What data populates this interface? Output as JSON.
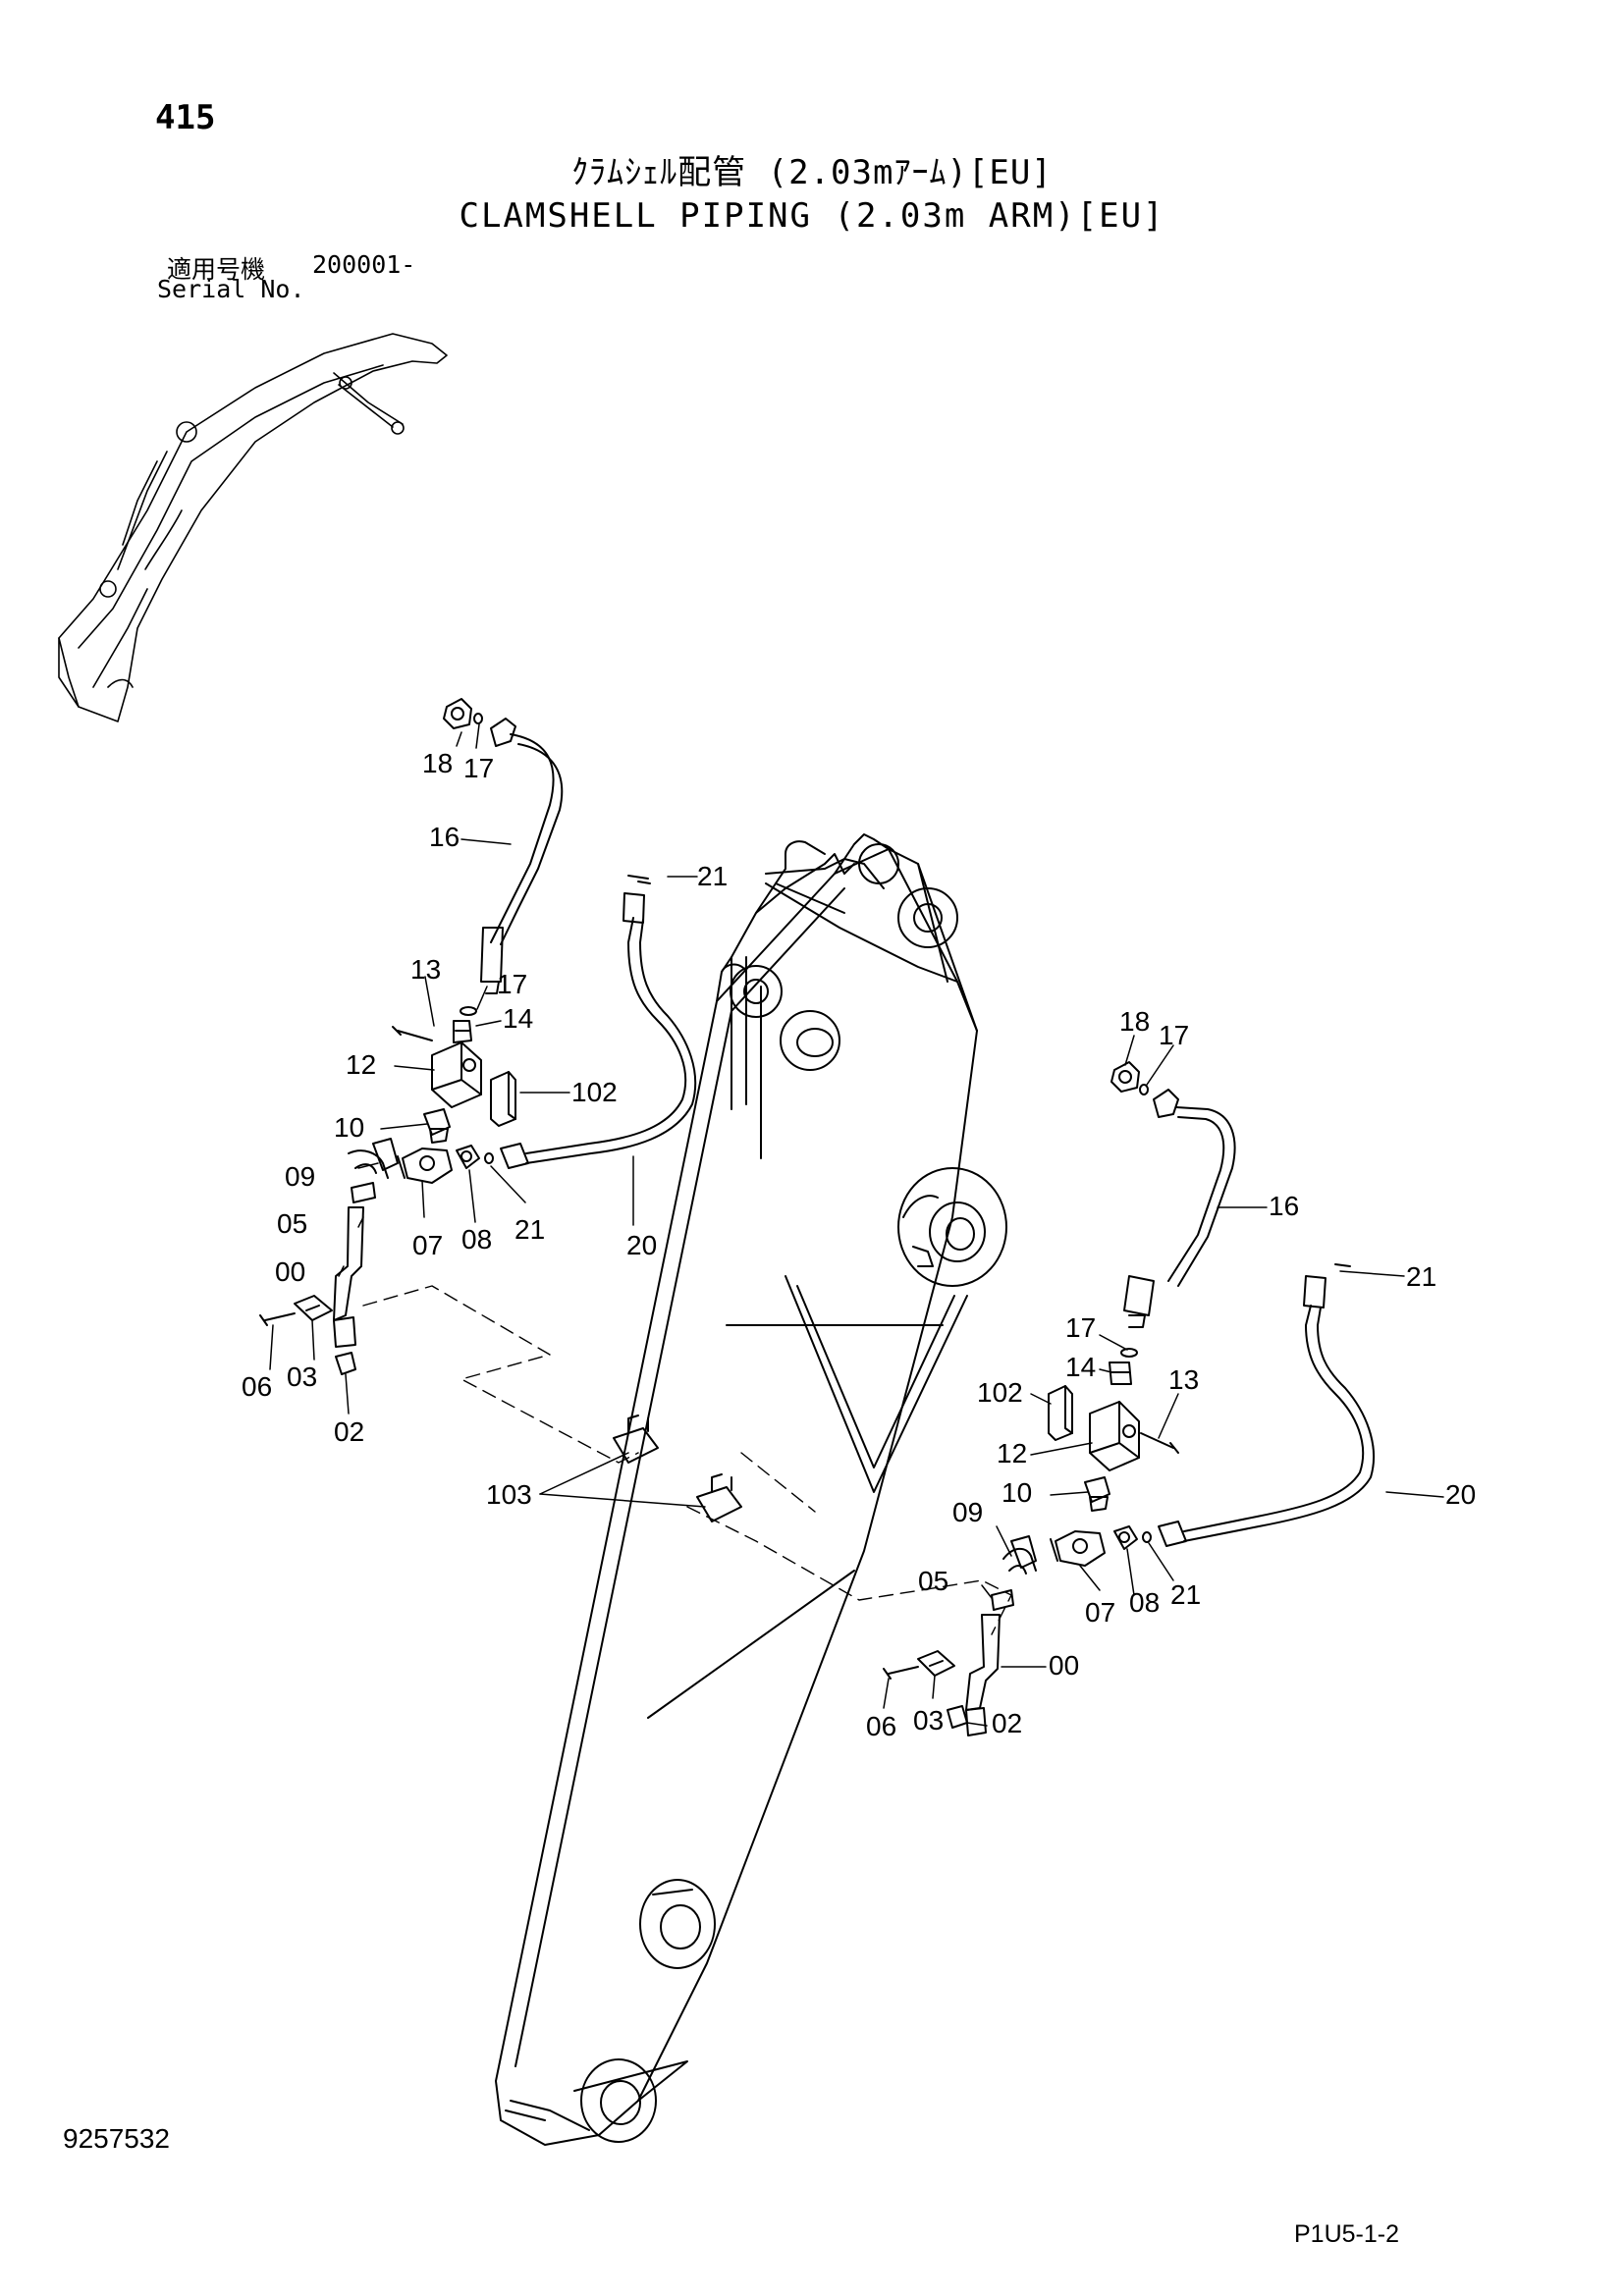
{
  "header": {
    "page_number": "415",
    "title_jp": "ｸﾗﾑｼｪﾙ配管 (2.03mｱｰﾑ)[EU]",
    "title_en": "CLAMSHELL PIPING (2.03m ARM)[EU]",
    "serial_label_jp": "適用号機",
    "serial_number": "200001-",
    "serial_label_en": "Serial No."
  },
  "footer": {
    "document_number": "9257532",
    "page_code": "P1U5-1-2"
  },
  "callouts": {
    "left": {
      "c18": "18",
      "c17a": "17",
      "c16": "16",
      "c21a": "21",
      "c13": "13",
      "c17b": "17",
      "c14": "14",
      "c12": "12",
      "c102": "102",
      "c10": "10",
      "c09": "09",
      "c05": "05",
      "c07": "07",
      "c08": "08",
      "c21b": "21",
      "c20": "20",
      "c00": "00",
      "c06": "06",
      "c03": "03",
      "c02": "02"
    },
    "center": {
      "c103": "103"
    },
    "right": {
      "c18": "18",
      "c17a": "17",
      "c16": "16",
      "c21a": "21",
      "c17b": "17",
      "c14": "14",
      "c13": "13",
      "c102": "102",
      "c12": "12",
      "c10": "10",
      "c20": "20",
      "c09": "09",
      "c05": "05",
      "c07": "07",
      "c08": "08",
      "c21b": "21",
      "c00": "00",
      "c06": "06",
      "c03": "03",
      "c02": "02"
    }
  }
}
